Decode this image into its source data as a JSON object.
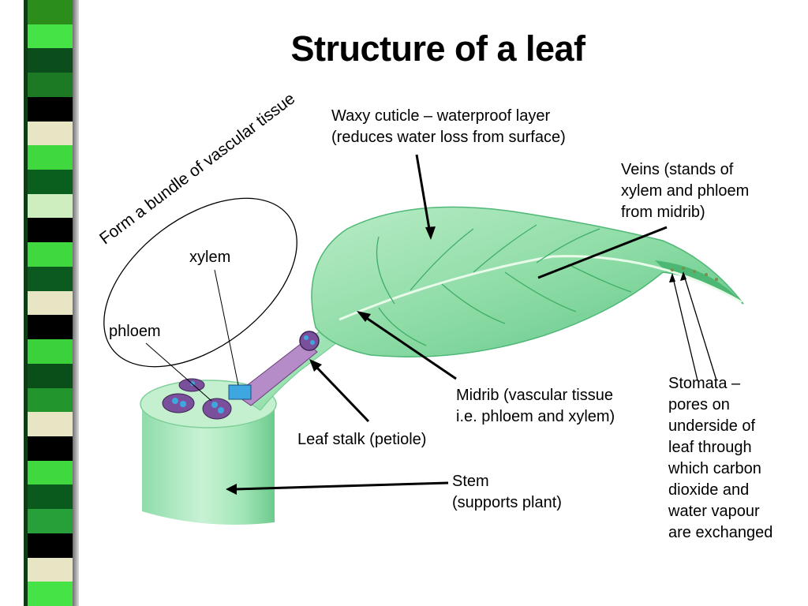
{
  "slide": {
    "title": "Structure of a leaf",
    "colors": {
      "accent_dark_green": "#0a5f1e",
      "accent_bright_green": "#3ad13a",
      "accent_black": "#000000",
      "accent_cream": "#e7e4c2",
      "leaf_green": "#7fd79d",
      "stem_green": "#9be2b0"
    }
  },
  "sidebar": {
    "blocks": [
      {
        "color": "#2b8d1a"
      },
      {
        "color": "#45e345"
      },
      {
        "color": "#0b4d1b"
      },
      {
        "color": "#1c7a24"
      },
      {
        "color": "#000000"
      },
      {
        "color": "#e8e5c4"
      },
      {
        "color": "#3fd83f"
      },
      {
        "color": "#0a5f1e"
      },
      {
        "color": "#cfeec0"
      },
      {
        "color": "#000000"
      },
      {
        "color": "#3fd83f"
      },
      {
        "color": "#0c5a1f"
      },
      {
        "color": "#e8e5c4"
      },
      {
        "color": "#000000"
      },
      {
        "color": "#3ad13a"
      },
      {
        "color": "#0a4f1a"
      },
      {
        "color": "#22952c"
      },
      {
        "color": "#e8e5c4"
      },
      {
        "color": "#000000"
      },
      {
        "color": "#3fd83f"
      },
      {
        "color": "#0b5a1d"
      },
      {
        "color": "#28a03a"
      },
      {
        "color": "#000000"
      },
      {
        "color": "#e8e5c4"
      },
      {
        "color": "#45e345"
      }
    ]
  },
  "labels": {
    "cuticle": "Waxy cuticle – waterproof layer\n(reduces water loss from surface)",
    "veins": "Veins (stands of\nxylem and phloem\nfrom midrib)",
    "bundle": "Form a bundle of vascular tissue",
    "xylem": "xylem",
    "phloem": "phloem",
    "midrib": "Midrib (vascular tissue\ni.e. phloem and xylem)",
    "leaf_stalk": "Leaf stalk (petiole)",
    "stem": "Stem\n(supports plant)",
    "stomata": "Stomata –\npores on\nunderside of\nleaf through\nwhich carbon\ndioxide and\nwater vapour\nare exchanged"
  }
}
